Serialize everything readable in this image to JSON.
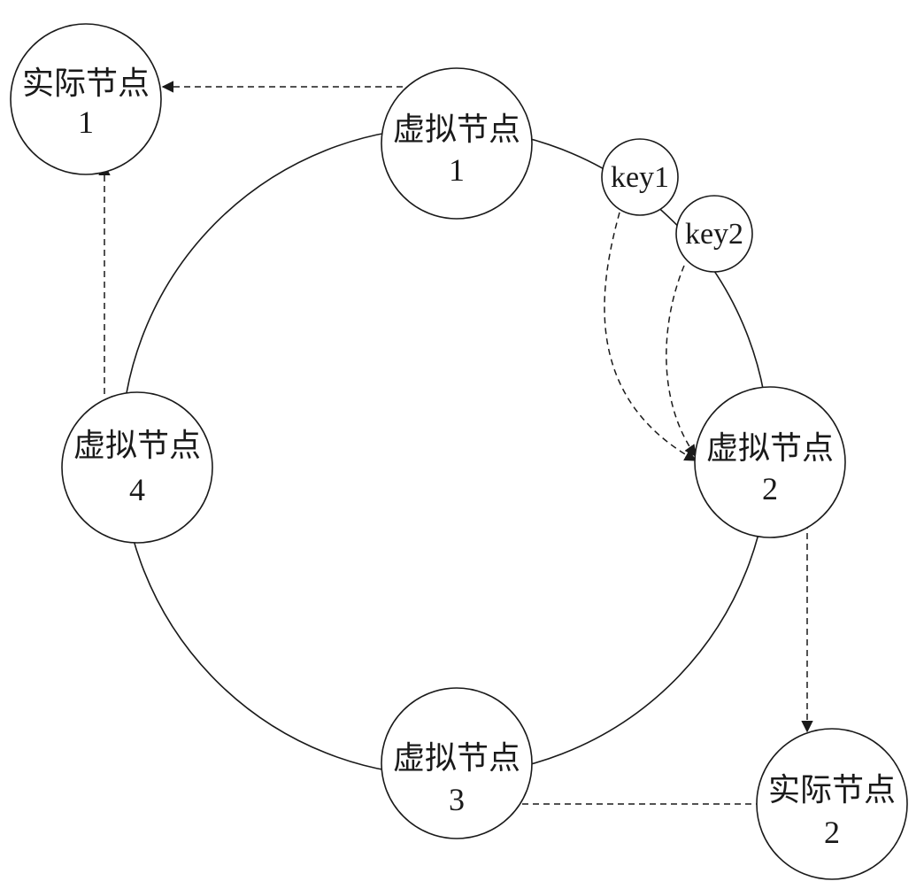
{
  "virtual_nodes": [
    {
      "label": "虚拟节点",
      "number": "1"
    },
    {
      "label": "虚拟节点",
      "number": "2"
    },
    {
      "label": "虚拟节点",
      "number": "3"
    },
    {
      "label": "虚拟节点",
      "number": "4"
    }
  ],
  "actual_nodes": [
    {
      "label": "实际节点",
      "number": "1"
    },
    {
      "label": "实际节点",
      "number": "2"
    }
  ],
  "keys": [
    {
      "label": "key1"
    },
    {
      "label": "key2"
    }
  ],
  "links": [
    {
      "from": "virtual_node_1",
      "to": "actual_node_1"
    },
    {
      "from": "virtual_node_4",
      "to": "actual_node_1"
    },
    {
      "from": "virtual_node_2",
      "to": "actual_node_2"
    },
    {
      "from": "virtual_node_3",
      "to": "actual_node_2"
    },
    {
      "from": "key1",
      "to": "virtual_node_2"
    },
    {
      "from": "key2",
      "to": "virtual_node_2"
    }
  ]
}
